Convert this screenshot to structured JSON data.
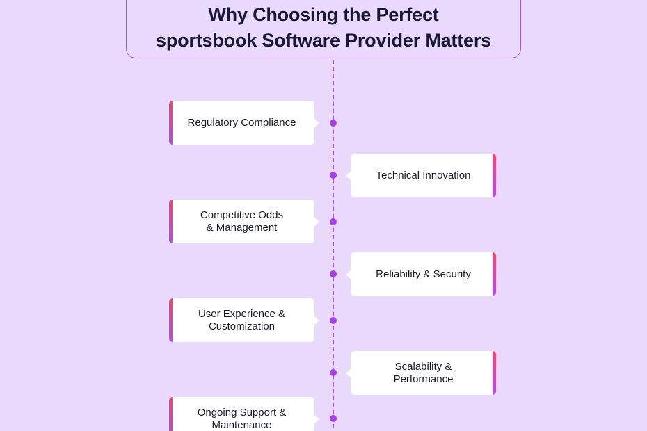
{
  "title": {
    "line1": "Why Choosing the Perfect",
    "line2": "sportsbook Software Provider Matters"
  },
  "colors": {
    "background": "#e9dafd",
    "accent_purple": "#a24fe0",
    "accent_pink": "#f2456f",
    "card": "#ffffff"
  },
  "steps": [
    {
      "side": "left",
      "lines": [
        "Regulatory Compliance"
      ]
    },
    {
      "side": "right",
      "lines": [
        "Technical Innovation"
      ]
    },
    {
      "side": "left",
      "lines": [
        "Competitive Odds",
        "& Management"
      ]
    },
    {
      "side": "right",
      "lines": [
        "Reliability & Security"
      ]
    },
    {
      "side": "left",
      "lines": [
        "User Experience &",
        "Customization"
      ]
    },
    {
      "side": "right",
      "lines": [
        "Scalability &",
        "Performance"
      ]
    },
    {
      "side": "left",
      "lines": [
        "Ongoing Support &",
        "Maintenance"
      ]
    }
  ]
}
